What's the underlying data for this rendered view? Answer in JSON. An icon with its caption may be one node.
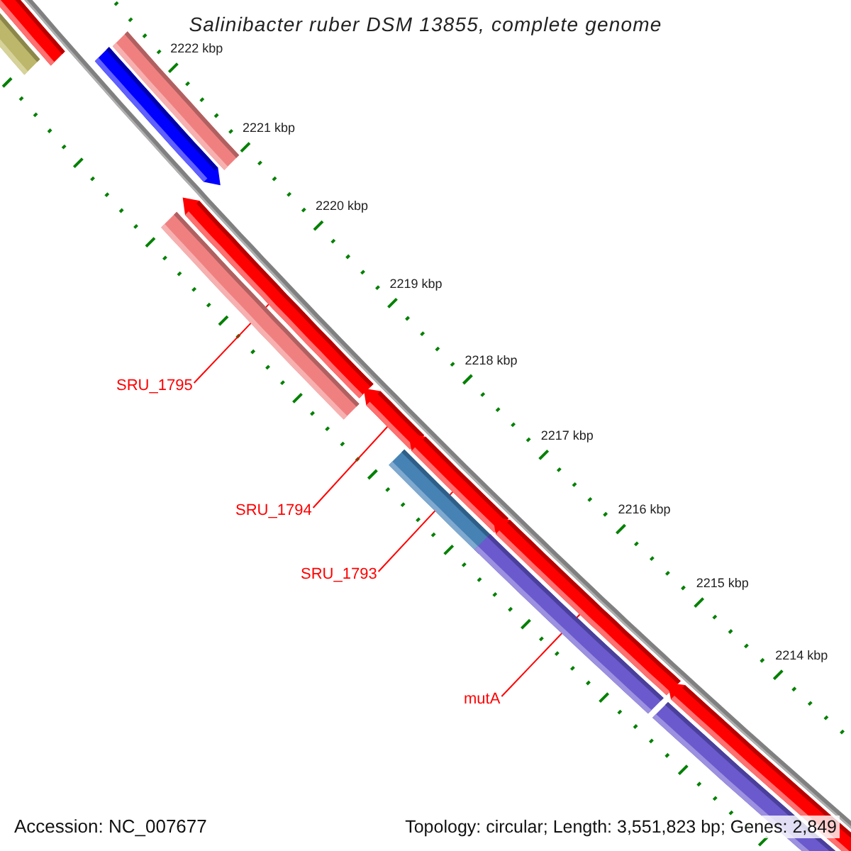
{
  "diagram": {
    "title": "Salinibacter ruber DSM 13855, complete genome",
    "nodes": [
      {
        "text": [
          "SRU_1795"
        ]
      },
      {
        "text": [],
        "shape": "bar"
      },
      {
        "text": [
          "SRU_1794"
        ]
      },
      {
        "text": [],
        "shape": "bar"
      },
      {
        "text": [
          "SRU_1793"
        ]
      },
      {
        "text": [],
        "shape": "bar"
      },
      {
        "text": [
          "mutA"
        ]
      },
      {
        "text": [],
        "shape": "bar"
      }
    ],
    "edges": [
      {
        "from": 0,
        "to": 1,
        "arrow": "none"
      },
      {
        "from": 2,
        "to": 3,
        "arrow": "none"
      },
      {
        "from": 4,
        "to": 5,
        "arrow": "none"
      },
      {
        "from": 6,
        "to": 7,
        "arrow": "none"
      }
    ],
    "labels": [
      "2222 kbp",
      "2221 kbp",
      "2220 kbp",
      "2219 kbp",
      "2218 kbp",
      "2217 kbp",
      "2216 kbp",
      "2215 kbp",
      "2214 kbp",
      "Accession: NC_007677",
      "Topology: circular; Length: 3,551,823 bp; Genes: 2,849"
    ]
  }
}
